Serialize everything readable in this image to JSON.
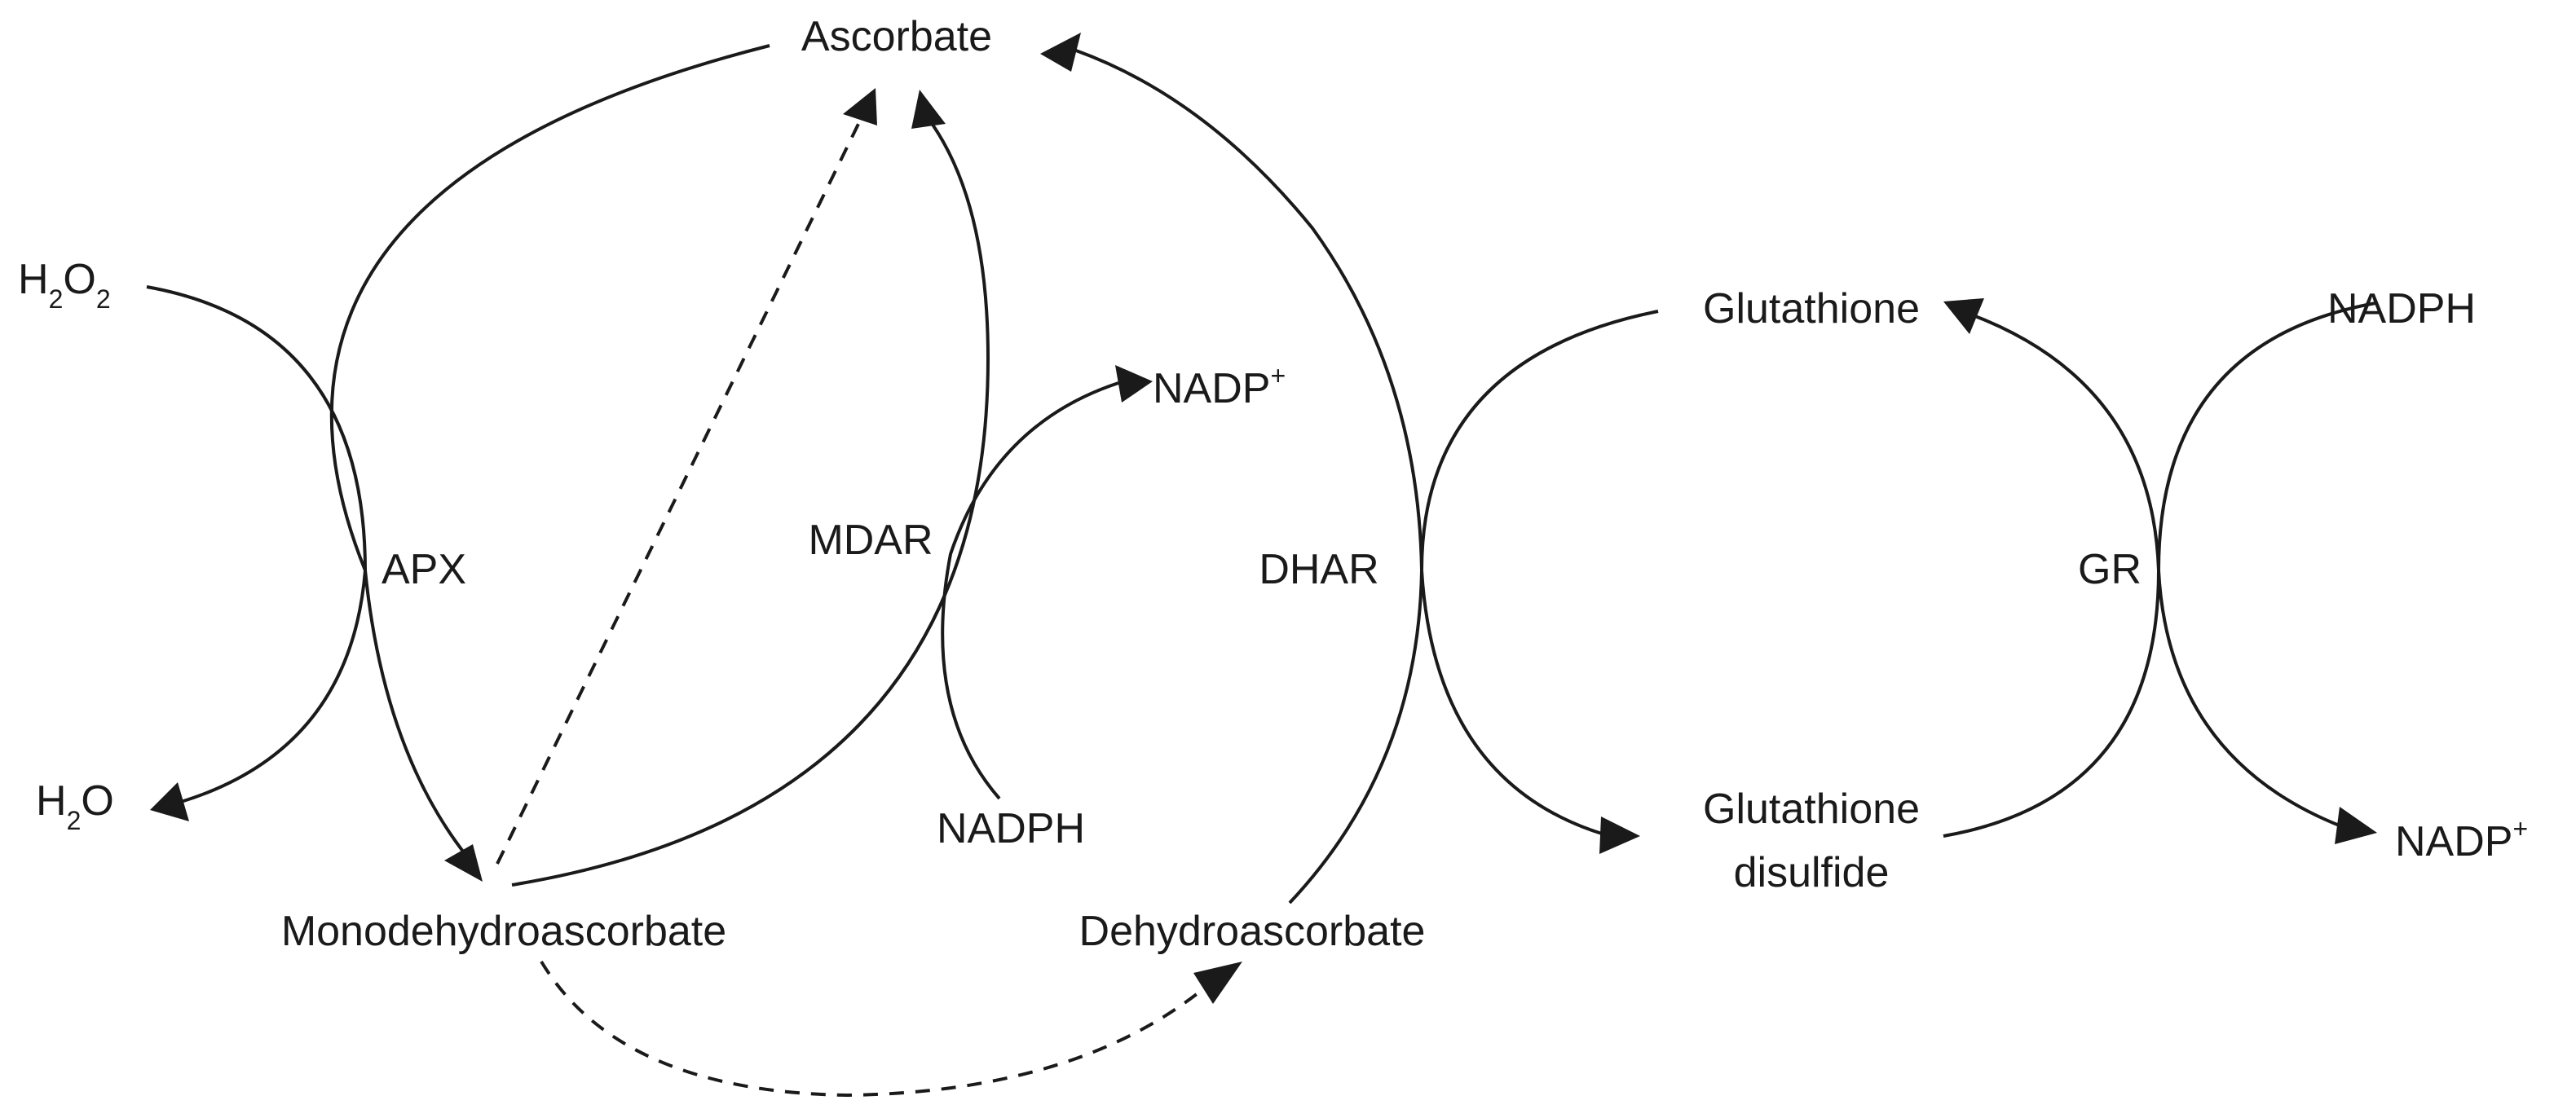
{
  "nodes": {
    "ascorbate": "Ascorbate",
    "h2o2": {
      "main": "H",
      "sub1": "2",
      "mid": "O",
      "sub2": "2"
    },
    "h2o": {
      "main": "H",
      "sub1": "2",
      "mid": "O"
    },
    "monodehydroascorbate": "Monodehydroascorbate",
    "dehydroascorbate": "Dehydroascorbate",
    "nadp_left": {
      "main": "NADP",
      "sup": "+"
    },
    "nadph_left": "NADPH",
    "glutathione": "Glutathione",
    "glutathione_disulfide_line1": "Glutathione",
    "glutathione_disulfide_line2": "disulfide",
    "nadph_right": "NADPH",
    "nadp_right": {
      "main": "NADP",
      "sup": "+"
    }
  },
  "enzymes": {
    "apx": "APX",
    "mdar": "MDAR",
    "dhar": "DHAR",
    "gr": "GR"
  },
  "colors": {
    "ink": "#1a1a1a",
    "background": "#ffffff"
  }
}
